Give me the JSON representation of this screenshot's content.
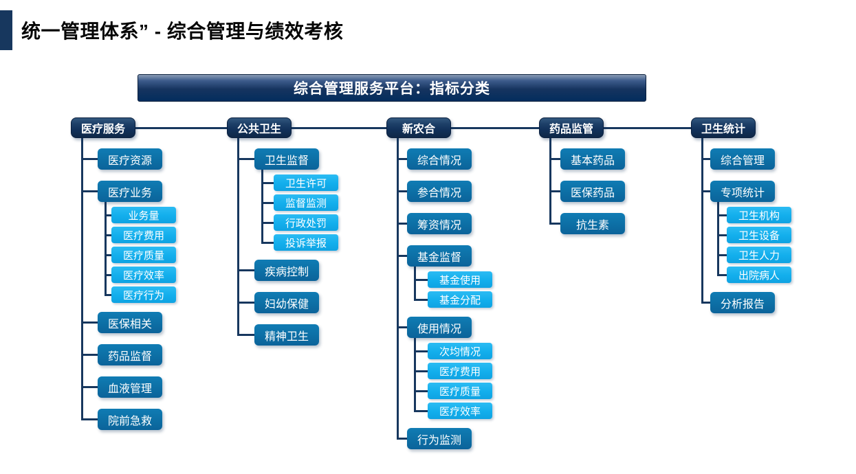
{
  "page": {
    "title": "统一管理体系” - 综合管理与绩效考核",
    "banner": "综合管理服务平台：指标分类"
  },
  "colors": {
    "navy_line": "#17375E",
    "header_box": "#12315A",
    "level2_box": "#0D70A6",
    "level3_box": "#12AEEC",
    "text": "#FFFFFF",
    "title_text": "#060606"
  },
  "tree": {
    "columns": [
      {
        "label": "医疗服务",
        "children": [
          {
            "label": "医疗资源"
          },
          {
            "label": "医疗业务",
            "children": [
              {
                "label": "业务量"
              },
              {
                "label": "医疗费用"
              },
              {
                "label": "医疗质量"
              },
              {
                "label": "医疗效率"
              },
              {
                "label": "医疗行为"
              }
            ]
          },
          {
            "label": "医保相关"
          },
          {
            "label": "药品监督"
          },
          {
            "label": "血液管理"
          },
          {
            "label": "院前急救"
          }
        ]
      },
      {
        "label": "公共卫生",
        "children": [
          {
            "label": "卫生监督",
            "children": [
              {
                "label": "卫生许可"
              },
              {
                "label": "监督监测"
              },
              {
                "label": "行政处罚"
              },
              {
                "label": "投诉举报"
              }
            ]
          },
          {
            "label": "疾病控制"
          },
          {
            "label": "妇幼保健"
          },
          {
            "label": "精神卫生"
          }
        ]
      },
      {
        "label": "新农合",
        "children": [
          {
            "label": "综合情况"
          },
          {
            "label": "参合情况"
          },
          {
            "label": "筹资情况"
          },
          {
            "label": "基金监督",
            "children": [
              {
                "label": "基金使用"
              },
              {
                "label": "基金分配"
              }
            ]
          },
          {
            "label": "使用情况",
            "children": [
              {
                "label": "次均情况"
              },
              {
                "label": "医疗费用"
              },
              {
                "label": "医疗质量"
              },
              {
                "label": "医疗效率"
              }
            ]
          },
          {
            "label": "行为监测"
          }
        ]
      },
      {
        "label": "药品监管",
        "children": [
          {
            "label": "基本药品"
          },
          {
            "label": "医保药品"
          },
          {
            "label": "抗生素"
          }
        ]
      },
      {
        "label": "卫生统计",
        "children": [
          {
            "label": "综合管理"
          },
          {
            "label": "专项统计",
            "children": [
              {
                "label": "卫生机构"
              },
              {
                "label": "卫生设备"
              },
              {
                "label": "卫生人力"
              },
              {
                "label": "出院病人"
              }
            ]
          },
          {
            "label": "分析报告"
          }
        ]
      }
    ]
  }
}
